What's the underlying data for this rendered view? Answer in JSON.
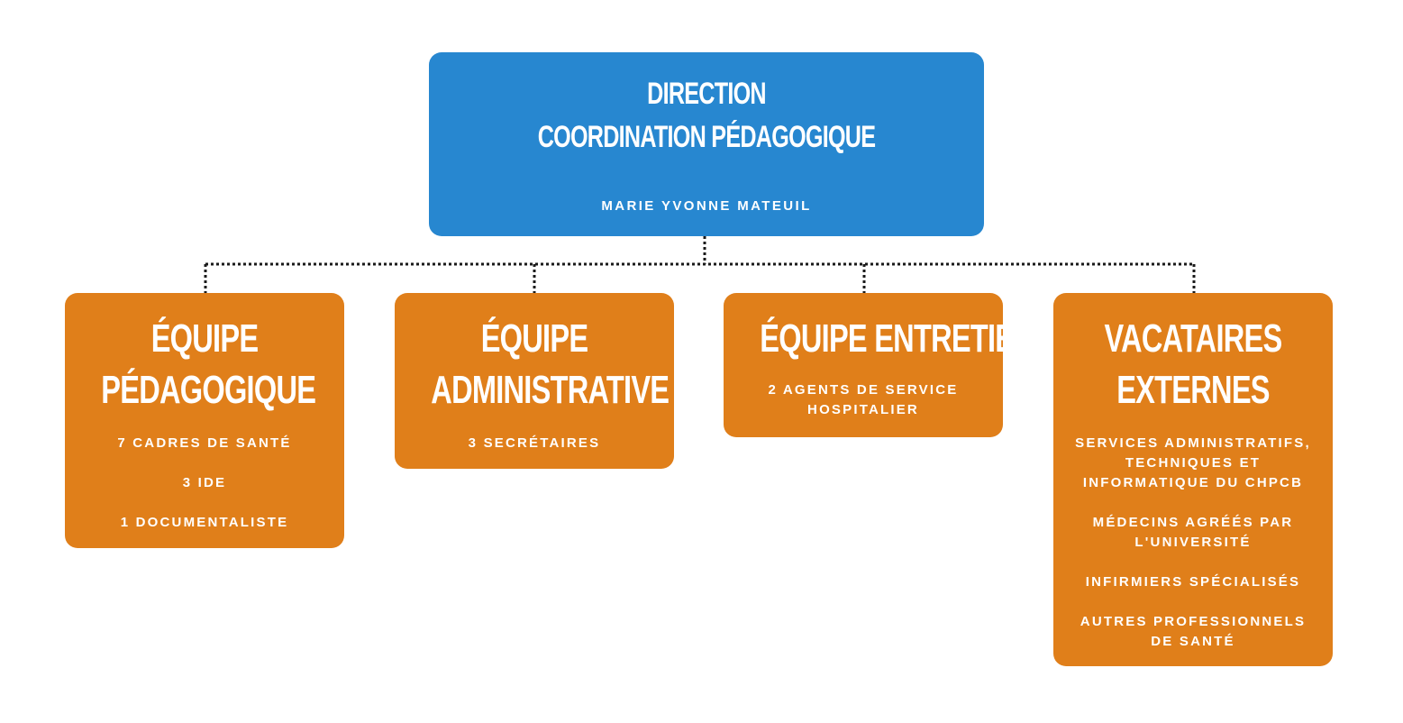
{
  "colors": {
    "direction": "#2787d0",
    "team": "#e07f1a",
    "connector": "#1a1a1a"
  },
  "direction": {
    "title_line1": "DIRECTION",
    "title_line2": "COORDINATION PÉDAGOGIQUE",
    "name": "MARIE YVONNE MATEUIL"
  },
  "teams": [
    {
      "title_line1": "ÉQUIPE",
      "title_line2": "PÉDAGOGIQUE",
      "items": [
        "7 CADRES DE SANTÉ",
        "3 IDE",
        "1 DOCUMENTALISTE"
      ]
    },
    {
      "title_line1": "ÉQUIPE",
      "title_line2": "ADMINISTRATIVE",
      "items": [
        "3 SECRÉTAIRES"
      ]
    },
    {
      "title_line1": "ÉQUIPE ENTRETIEN",
      "title_line2": "",
      "items": [
        "2 AGENTS DE SERVICE HOSPITALIER"
      ]
    },
    {
      "title_line1": "VACATAIRES",
      "title_line2": "EXTERNES",
      "items": [
        "SERVICES ADMINISTRATIFS, TECHNIQUES ET INFORMATIQUE DU CHPCB",
        "MÉDECINS AGRÉÉS PAR L'UNIVERSITÉ",
        "INFIRMIERS SPÉCIALISÉS",
        "AUTRES PROFESSIONNELS DE SANTÉ"
      ]
    }
  ]
}
